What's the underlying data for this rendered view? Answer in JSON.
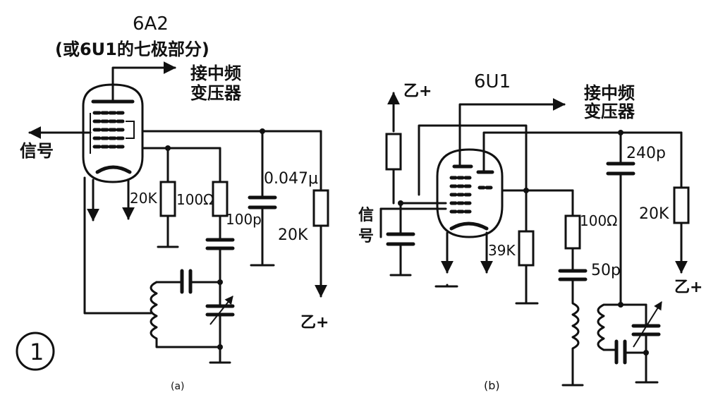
{
  "circuit_a": {
    "tube_type": "6A2",
    "tube_note": "(或6U1的七极部分)",
    "output_line1": "接中频",
    "output_line2": "变压器",
    "signal_label": "信号",
    "r_cathode": "20K",
    "r_series": "100Ω",
    "c_series": "100p",
    "c_bypass": "0.047μ",
    "r_supply": "20K",
    "supply_label": "乙+",
    "figure_letter": "(a)"
  },
  "circuit_b": {
    "tube_type": "6U1",
    "supply_top": "乙+",
    "output_line1": "接中频",
    "output_line2": "变压器",
    "signal_label_1": "信",
    "signal_label_2": "号",
    "c_top": "240p",
    "r_cathode": "39K",
    "r_series": "100Ω",
    "c_series": "50p",
    "r_supply": "20K",
    "supply_label": "乙+",
    "figure_letter": "(b)"
  },
  "figure_number": "1"
}
